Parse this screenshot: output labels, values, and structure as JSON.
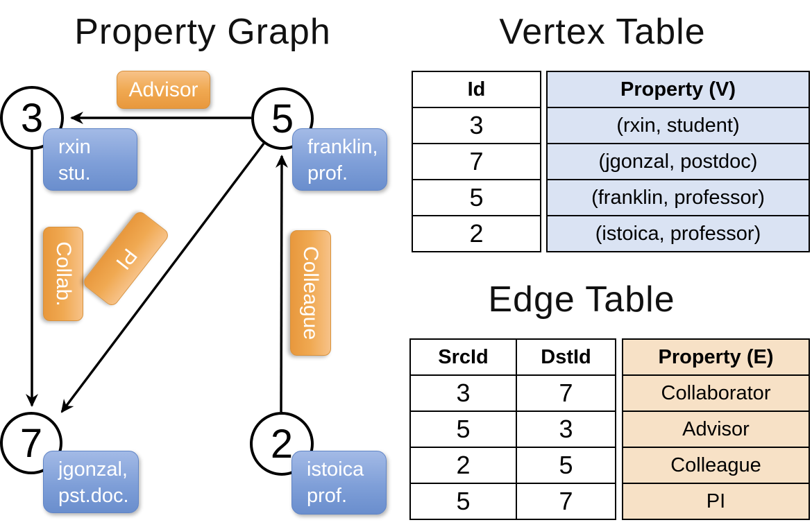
{
  "graph": {
    "title": "Property Graph",
    "nodes": [
      {
        "id": "3",
        "property_lines": [
          "rxin",
          "stu."
        ]
      },
      {
        "id": "5",
        "property_lines": [
          "franklin,",
          "prof."
        ]
      },
      {
        "id": "7",
        "property_lines": [
          "jgonzal,",
          "pst.doc."
        ]
      },
      {
        "id": "2",
        "property_lines": [
          "istoica",
          "prof."
        ]
      }
    ],
    "edges": [
      {
        "label": "Advisor",
        "from": "5",
        "to": "3"
      },
      {
        "label": "Collab.",
        "from": "3",
        "to": "7"
      },
      {
        "label": "PI",
        "from": "5",
        "to": "7"
      },
      {
        "label": "Colleague",
        "from": "2",
        "to": "5"
      }
    ]
  },
  "vertex_table": {
    "title": "Vertex Table",
    "columns": {
      "id": "Id",
      "property": "Property (V)"
    },
    "rows": [
      {
        "id": "3",
        "property": "(rxin, student)"
      },
      {
        "id": "7",
        "property": "(jgonzal, postdoc)"
      },
      {
        "id": "5",
        "property": "(franklin, professor)"
      },
      {
        "id": "2",
        "property": "(istoica, professor)"
      }
    ]
  },
  "edge_table": {
    "title": "Edge Table",
    "columns": {
      "src": "SrcId",
      "dst": "DstId",
      "property": "Property (E)"
    },
    "rows": [
      {
        "src": "3",
        "dst": "7",
        "property": "Collaborator"
      },
      {
        "src": "5",
        "dst": "3",
        "property": "Advisor"
      },
      {
        "src": "2",
        "dst": "5",
        "property": "Colleague"
      },
      {
        "src": "5",
        "dst": "7",
        "property": "PI"
      }
    ]
  },
  "colors": {
    "edge_label_fill": "#efa24b",
    "vertex_label_fill": "#7d9cd6",
    "vertex_table_fill": "#dae3f3",
    "edge_table_fill": "#f7e1c6",
    "line_and_border": "#000000"
  }
}
